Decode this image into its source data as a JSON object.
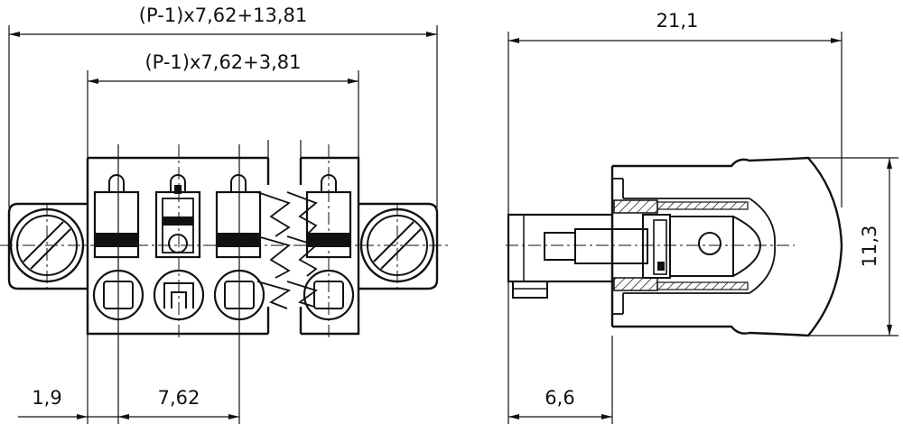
{
  "dimensions": {
    "overall_width": "(P-1)x7,62+13,81",
    "inner_width": "(P-1)x7,62+3,81",
    "left_offset": "1,9",
    "pitch": "7,62",
    "side_length": "21,1",
    "side_height": "11,3",
    "side_depth": "6,6"
  },
  "icons": [
    "mounting-screw-icon",
    "wire-clamp-icon",
    "arrowhead-icon"
  ]
}
